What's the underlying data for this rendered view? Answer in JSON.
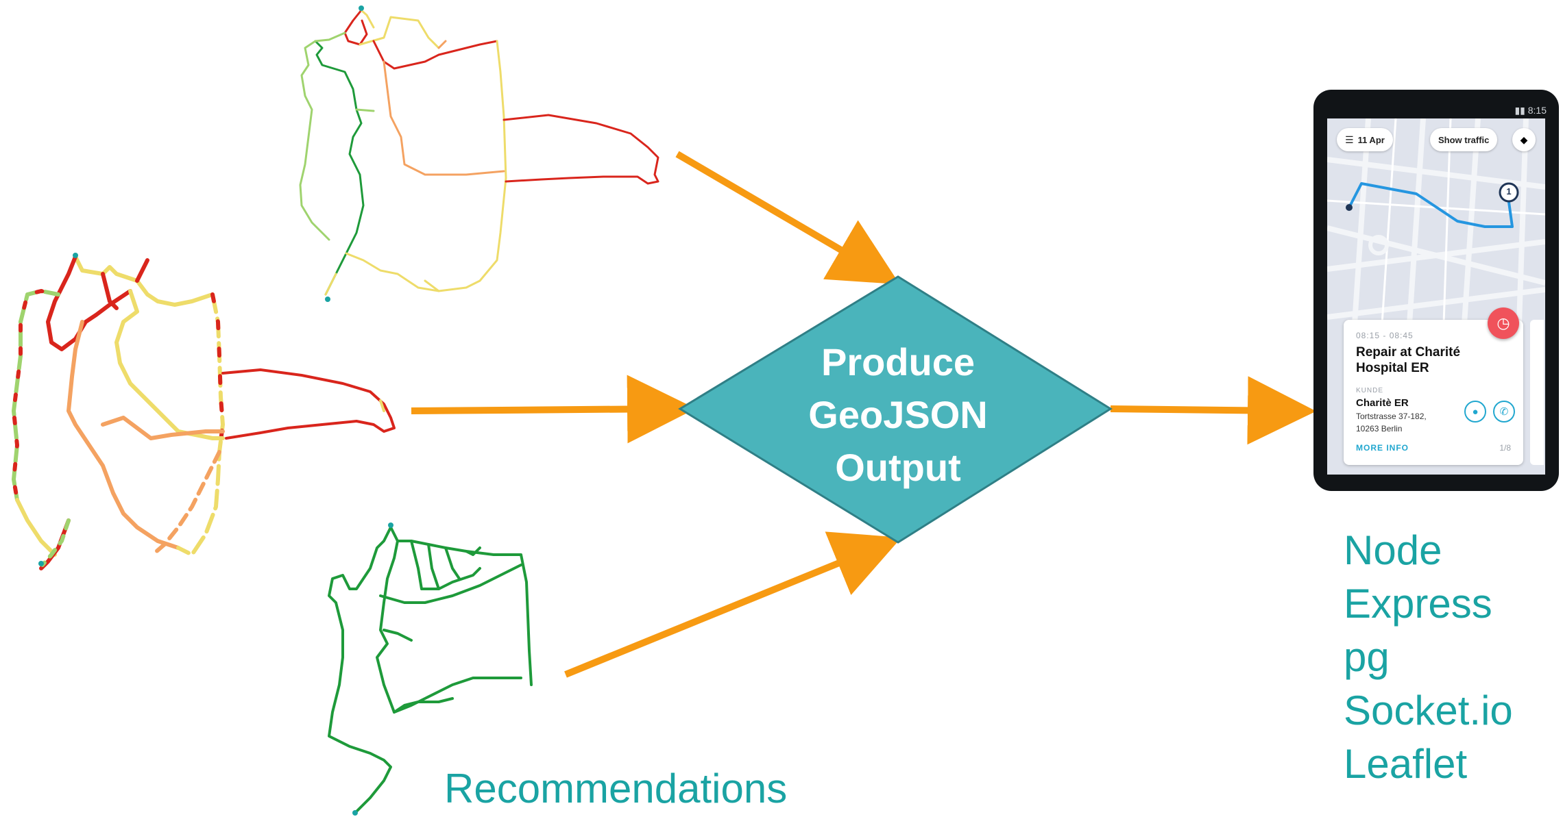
{
  "process": {
    "line1": "Produce",
    "line2": "GeoJSON",
    "line3": "Output"
  },
  "labels": {
    "recommendations": "Recommendations"
  },
  "tech_stack": [
    "Node",
    "Express",
    "pg",
    "Socket.io",
    "Leaflet"
  ],
  "phone": {
    "status_time": "8:15",
    "date_chip": "11 Apr",
    "traffic_chip": "Show traffic",
    "stop_number": "1",
    "card": {
      "time": "08:15 - 08:45",
      "title": "Repair at Charité Hospital ER",
      "section_label": "KUNDE",
      "customer": "Charitè ER",
      "address_line1": "Tortstrasse 37-182,",
      "address_line2": "10263 Berlin",
      "more_info": "MORE INFO",
      "page": "1/8"
    }
  },
  "colors": {
    "arrow": "#f79a12",
    "diamond": "#4ab4bb",
    "label_text": "#1aa3a3",
    "route_red": "#d9251c",
    "route_orange": "#f4a261",
    "route_yellow": "#eedc6a",
    "route_lightgreen": "#9fd36e",
    "route_green": "#1e9a3a",
    "map_route": "#2596e0"
  }
}
